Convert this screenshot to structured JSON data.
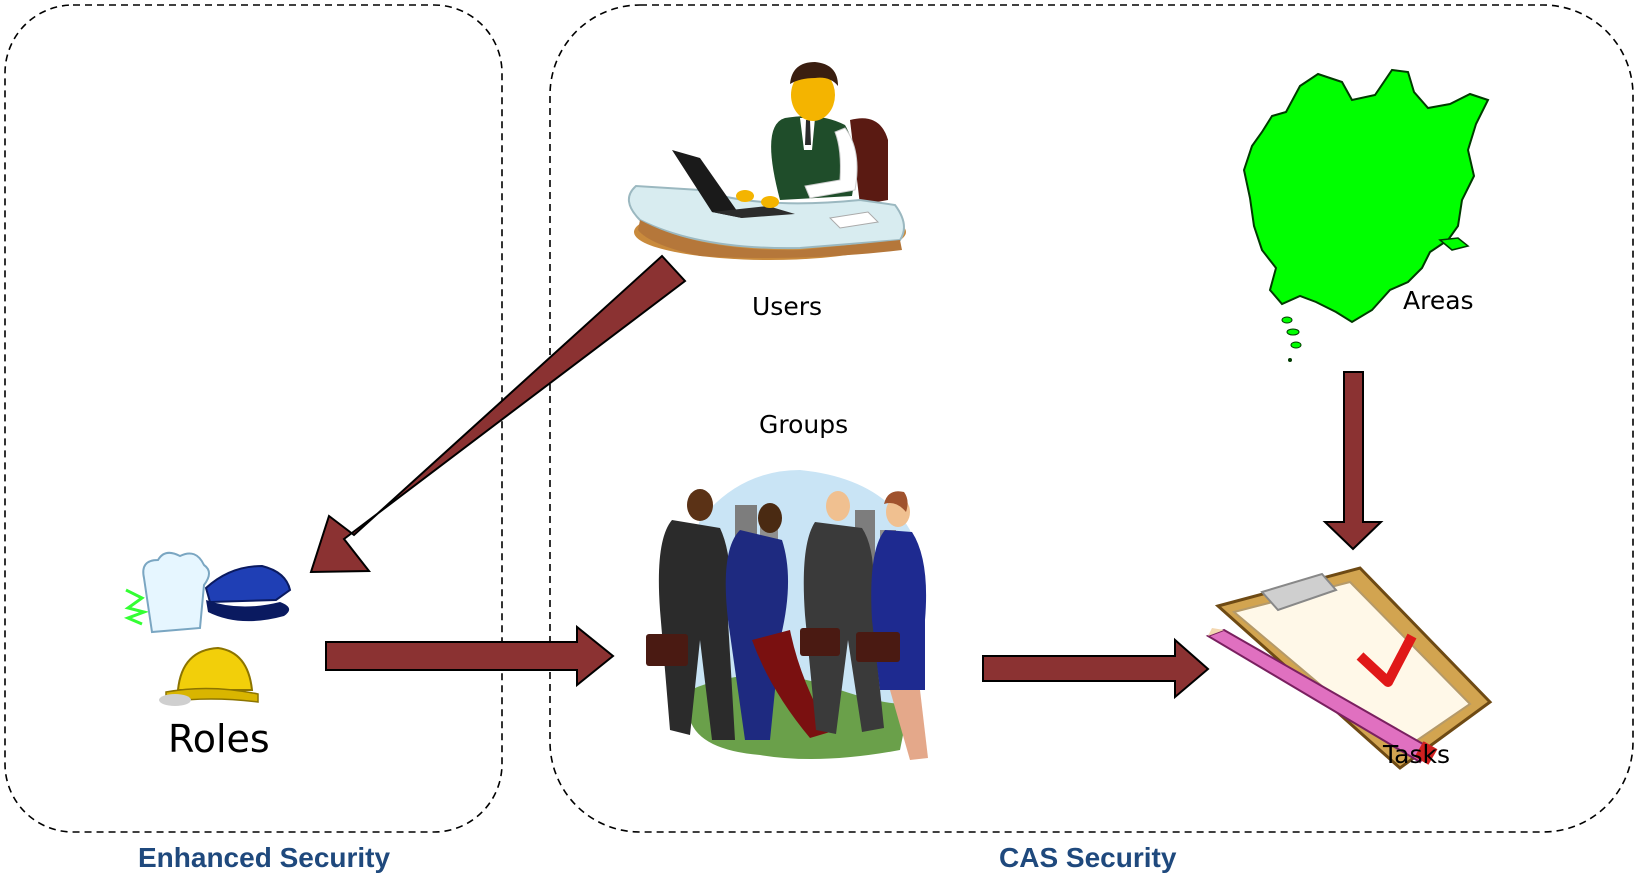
{
  "colors": {
    "arrow_fill": "#8B3232",
    "arrow_stroke": "#000000",
    "boundary": "#000000",
    "title_color": "#1F497D",
    "area_map_fill": "#00FF00"
  },
  "nodes": {
    "users": {
      "label": "Users",
      "icon": "person-at-desk-icon"
    },
    "areas": {
      "label": "Areas",
      "icon": "area-map-icon"
    },
    "groups": {
      "label": "Groups",
      "icon": "business-group-icon"
    },
    "roles": {
      "label": "Roles",
      "icon": "role-hats-icon"
    },
    "tasks": {
      "label": "Tasks",
      "icon": "clipboard-checklist-icon"
    }
  },
  "sections": {
    "enhanced": {
      "title": "Enhanced Security"
    },
    "cas": {
      "title": "CAS Security"
    }
  },
  "edges": [
    {
      "from": "Users",
      "to": "Roles"
    },
    {
      "from": "Roles",
      "to": "Groups"
    },
    {
      "from": "Groups",
      "to": "Tasks"
    },
    {
      "from": "Areas",
      "to": "Tasks"
    }
  ]
}
